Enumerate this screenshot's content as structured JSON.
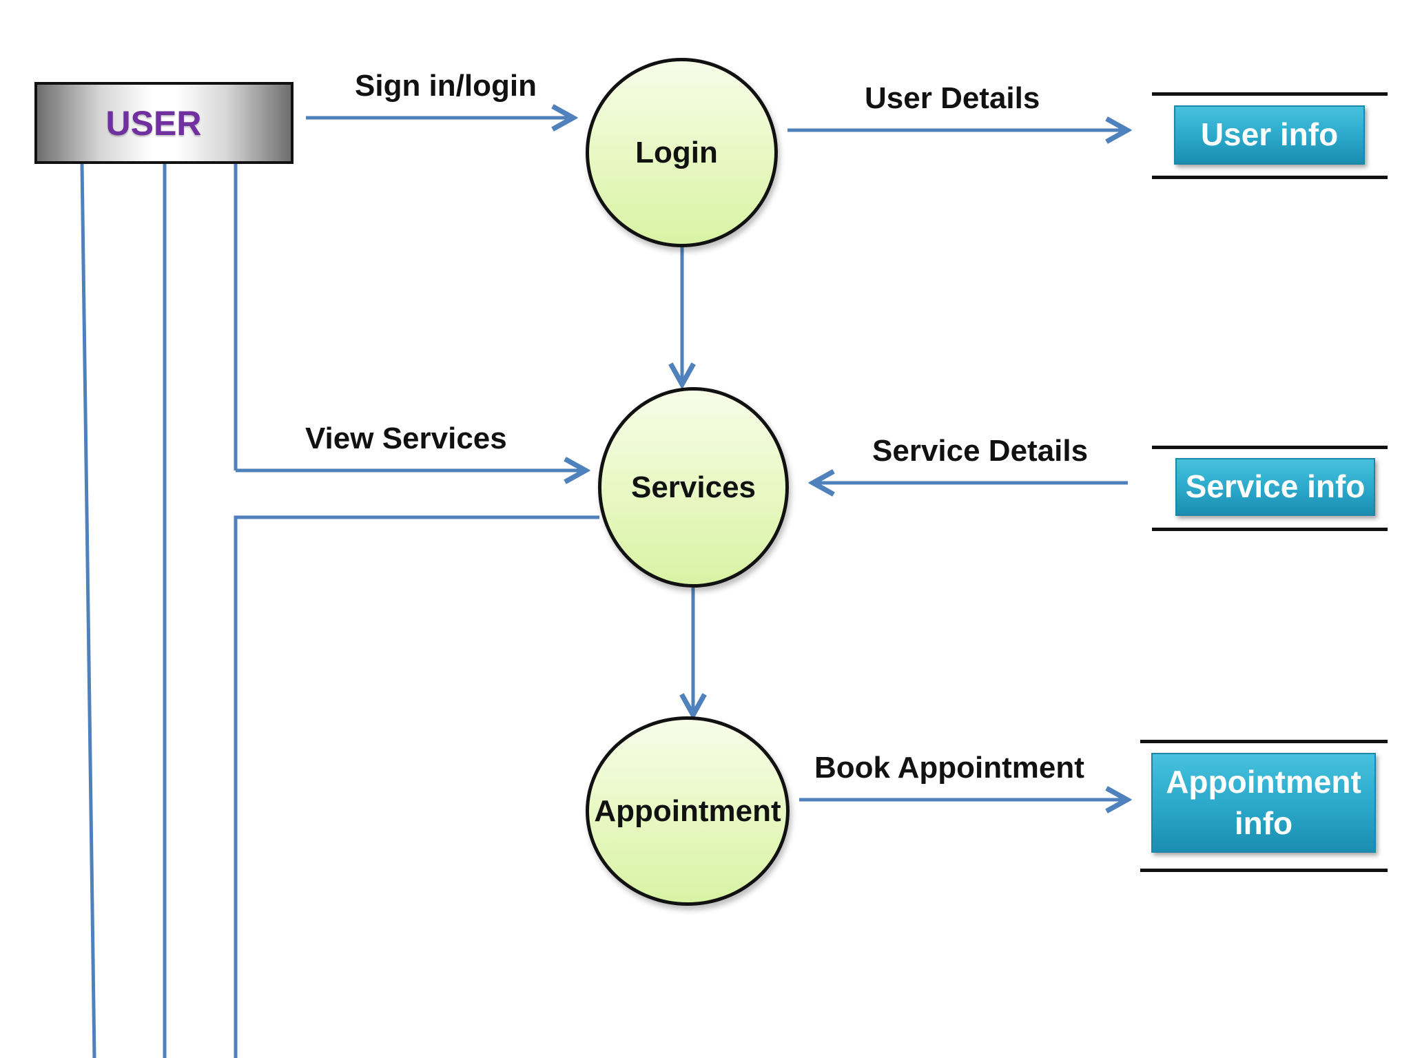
{
  "entity": {
    "label": "USER"
  },
  "processes": {
    "login": "Login",
    "services": "Services",
    "appointment": "Appointment"
  },
  "flows": {
    "sign_in": "Sign in/login",
    "user_details": "User Details",
    "view_services": "View Services",
    "service_details": "Service Details",
    "book_appointment": "Book Appointment"
  },
  "stores": {
    "user_info": "User info",
    "service_info": "Service info",
    "appointment_info_line1": "Appointment",
    "appointment_info_line2": "info"
  },
  "colors": {
    "arrow": "#4f81bd",
    "entity_text": "#7030a0",
    "process_fill": "#e6f8bf",
    "store_fill": "#2aa7c9"
  }
}
